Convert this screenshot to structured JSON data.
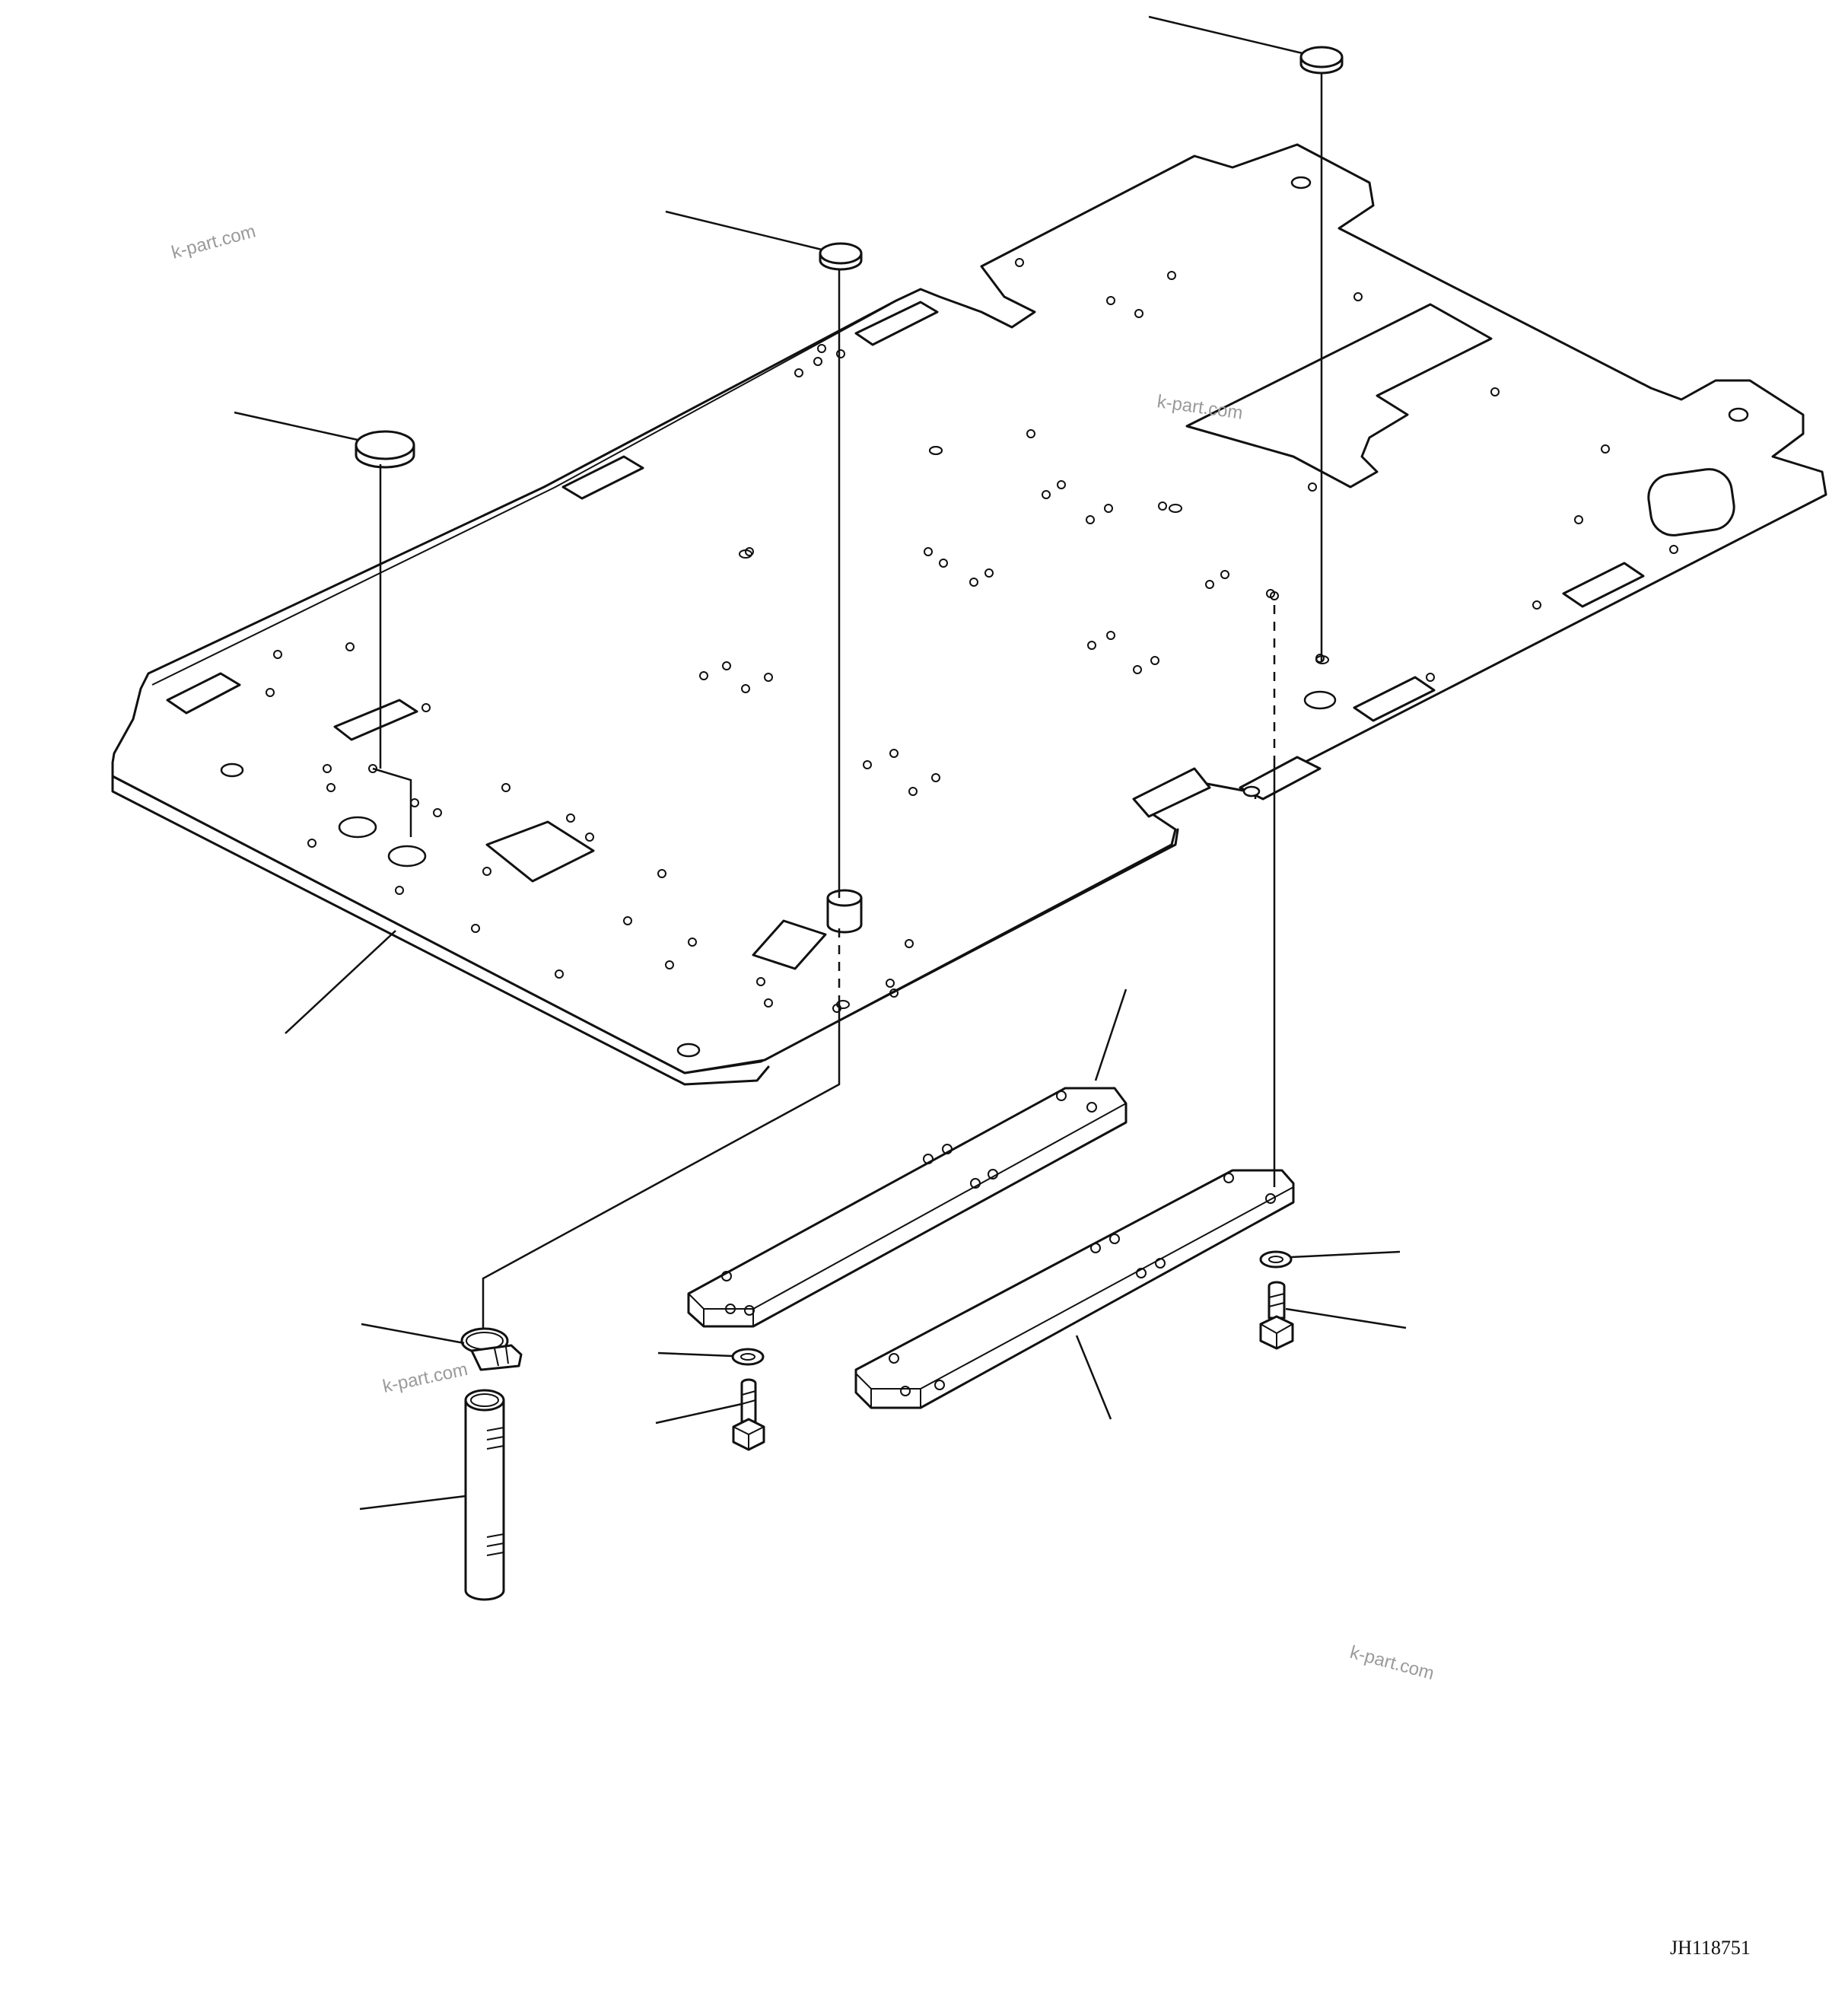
{
  "watermarks": [
    "k-part.com",
    "k-part.com",
    "k-part.com",
    "k-part.com"
  ],
  "drawing_code": "JH118751",
  "icons": {
    "floor_plate": "floor-plate-icon",
    "plug": "rubber-plug-icon",
    "bracket": "mounting-bar-icon",
    "hose_clamp": "hose-clamp-icon",
    "hose": "drain-hose-icon",
    "washer": "washer-icon",
    "bolt": "hex-bolt-icon"
  }
}
